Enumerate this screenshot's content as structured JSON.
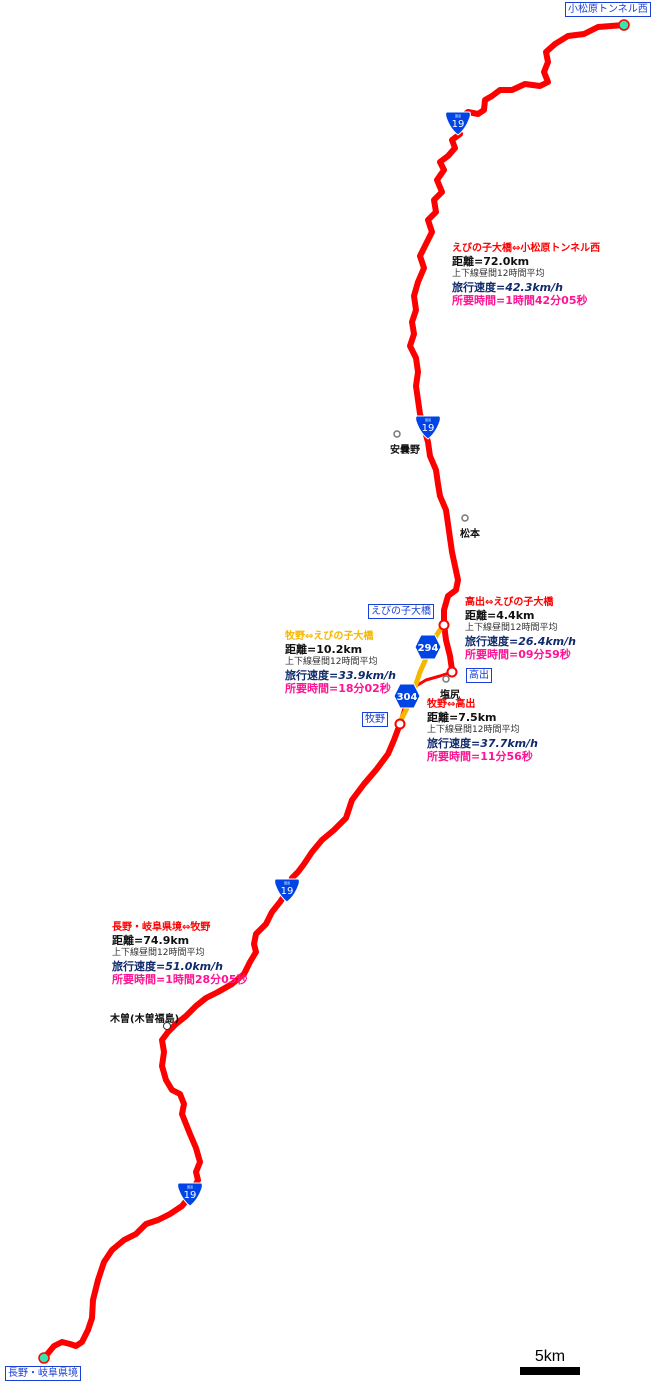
{
  "endpoints": {
    "north": "小松原トンネル西",
    "south": "長野・岐阜県境"
  },
  "junctions": {
    "ebinoko": "えびの子大橋",
    "takade": "高出",
    "makino": "牧野"
  },
  "cities": {
    "azumino": "安曇野",
    "matsumoto": "松本",
    "shiojiri": "塩尻",
    "kiso": "木曽(木曽福島)"
  },
  "route_shields": {
    "r19": "19",
    "r294": "294",
    "r304": "304",
    "shield_top": "国道",
    "shield_bottom": "ROUTE"
  },
  "sections": [
    {
      "title": "えびの子大橋⇔小松原トンネル西",
      "title_color": "#ff0000",
      "distance": "距離=72.0km",
      "note": "上下線昼間12時間平均",
      "speed_label": "旅行速度=",
      "speed_value": "42.3km/h",
      "time": "所要時間=1時間42分05秒"
    },
    {
      "title": "高出⇔えびの子大橋",
      "title_color": "#ff0000",
      "distance": "距離=4.4km",
      "note": "上下線昼間12時間平均",
      "speed_label": "旅行速度=",
      "speed_value": "26.4km/h",
      "time": "所要時間=09分59秒"
    },
    {
      "title": "牧野⇔えびの子大橋",
      "title_color": "#f5b800",
      "distance": "距離=10.2km",
      "note": "上下線昼間12時間平均",
      "speed_label": "旅行速度=",
      "speed_value": "33.9km/h",
      "time": "所要時間=18分02秒"
    },
    {
      "title": "牧野⇔高出",
      "title_color": "#ff0000",
      "distance": "距離=7.5km",
      "note": "上下線昼間12時間平均",
      "speed_label": "旅行速度=",
      "speed_value": "37.7km/h",
      "time": "所要時間=11分56秒"
    },
    {
      "title": "長野・岐阜県境⇔牧野",
      "title_color": "#ff0000",
      "distance": "距離=74.9km",
      "note": "上下線昼間12時間平均",
      "speed_label": "旅行速度=",
      "speed_value": "51.0km/h",
      "time": "所要時間=1時間28分05秒"
    }
  ],
  "scale": {
    "label": "5km"
  },
  "colors": {
    "route_red": "#ff0000",
    "route_yellow": "#f5b800",
    "shield_blue": "#0044e6",
    "endpoint_green": "#33e6b0",
    "label_blue": "#1a3fd6",
    "time_pink": "#ff1493",
    "speed_navy": "#102a6b"
  }
}
